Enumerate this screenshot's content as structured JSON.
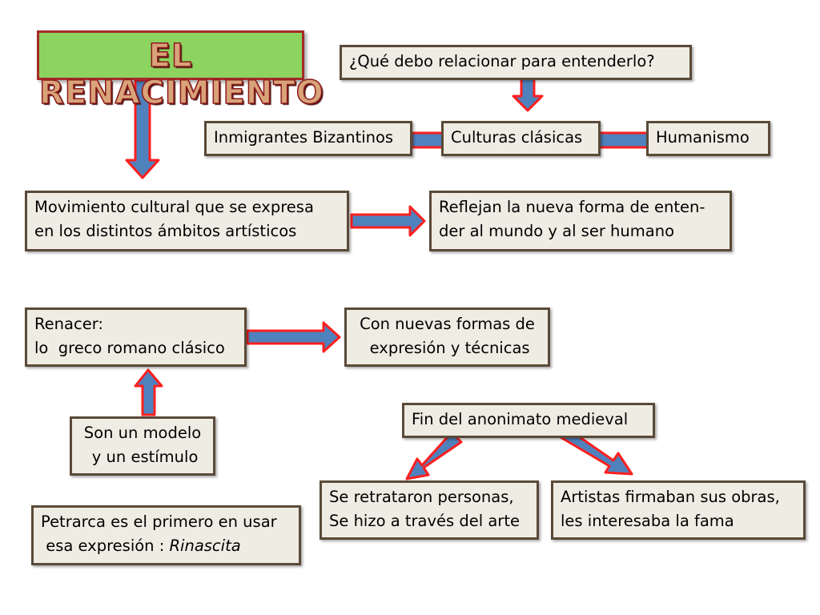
{
  "title": "EL RENACIMIENTO",
  "colors": {
    "arrow_fill": "#4f81bd",
    "arrow_stroke": "#ff1f1f",
    "box_fill": "#efece3",
    "box_border": "#5a4a38",
    "title_fill": "#8dd35f",
    "title_text": "#d9a37a",
    "title_border": "#a52a2a"
  },
  "nodes": {
    "question": "¿Qué debo relacionar para entenderlo?",
    "inmigrantes": "Inmigrantes Bizantinos",
    "culturas": "Culturas clásicas",
    "humanismo": "Humanismo",
    "movimiento": "Movimiento cultural que se expresa\nen los distintos ámbitos artísticos",
    "reflejan": "Reflejan la nueva forma de enten-\nder al mundo y al ser humano",
    "renacer": "Renacer:\nlo  greco romano clásico",
    "nuevas_formas": "Con nuevas formas de\n expresión y técnicas",
    "modelo": "Son un modelo\n y un estímulo",
    "fin_anonimato": "Fin del anonimato medieval",
    "retrataron": "Se retrataron personas,\nSe hizo a través del arte",
    "artistas": "Artistas firmaban sus obras,\nles interesaba la fama",
    "petrarca_line1": "Petrarca es el primero en usar",
    "petrarca_line2": " esa expresión : ",
    "petrarca_term": "Rinascita"
  }
}
